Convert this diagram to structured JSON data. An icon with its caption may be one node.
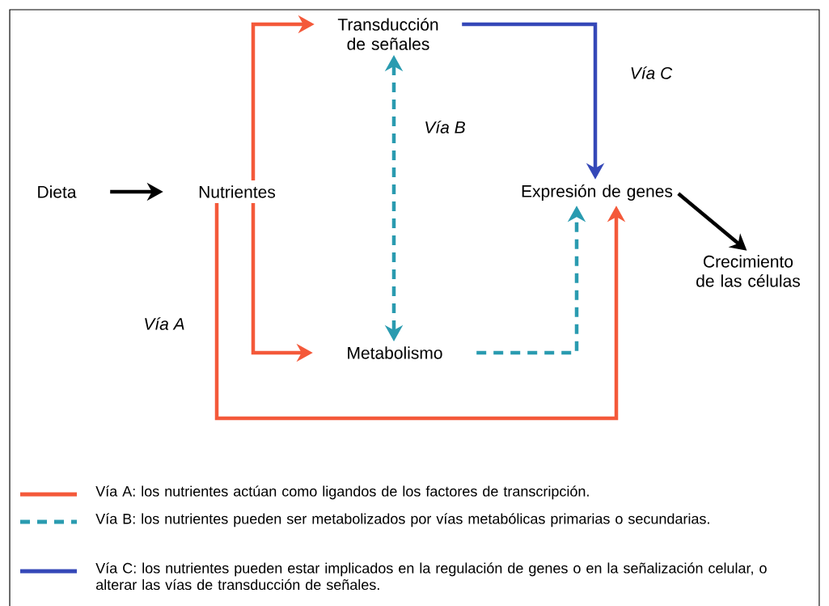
{
  "diagram": {
    "nodes": [
      {
        "text": [
          "Dieta"
        ]
      },
      {
        "text": [
          "Nutrientes"
        ]
      },
      {
        "text": [
          "Transducción de señales"
        ]
      },
      {
        "text": [
          "Expresión de genes"
        ]
      },
      {
        "text": [
          "Crecimiento de las células"
        ]
      },
      {
        "text": [
          "Metabolismo"
        ]
      }
    ],
    "edges": [
      {
        "from": 0,
        "to": 1,
        "arrow": "to",
        "color": "#000000"
      },
      {
        "from": 1,
        "to": 2,
        "arrow": "to",
        "color": "#f4593a"
      },
      {
        "from": 1,
        "to": 5,
        "arrow": "to",
        "color": "#f4593a"
      },
      {
        "from": 1,
        "to": 3,
        "arrow": "to",
        "color": "#f4593a"
      },
      {
        "from": 2,
        "to": 5,
        "arrow": "both",
        "style": "dashed",
        "color": "#2a9bb0"
      },
      {
        "from": 5,
        "to": 3,
        "arrow": "to",
        "style": "dashed",
        "color": "#2a9bb0"
      },
      {
        "from": 2,
        "to": 3,
        "arrow": "to",
        "color": "#3548b8"
      },
      {
        "from": 3,
        "to": 4,
        "arrow": "to",
        "color": "#000000"
      }
    ],
    "labels": [
      "Vía A",
      "Vía B",
      "Vía C"
    ],
    "legend": [
      {
        "text": "Vía A: los nutrientes actúan como ligandos de los factores de transcripción."
      },
      {
        "text": "Vía B: los nutrientes pueden ser metabolizados por vías metabólicas primarias o secundarias."
      },
      {
        "text": "Vía C: los nutrientes pueden estar implicados en la regulación de genes o en la señalización celular, o alterar las vías de transducción de señales."
      }
    ]
  }
}
